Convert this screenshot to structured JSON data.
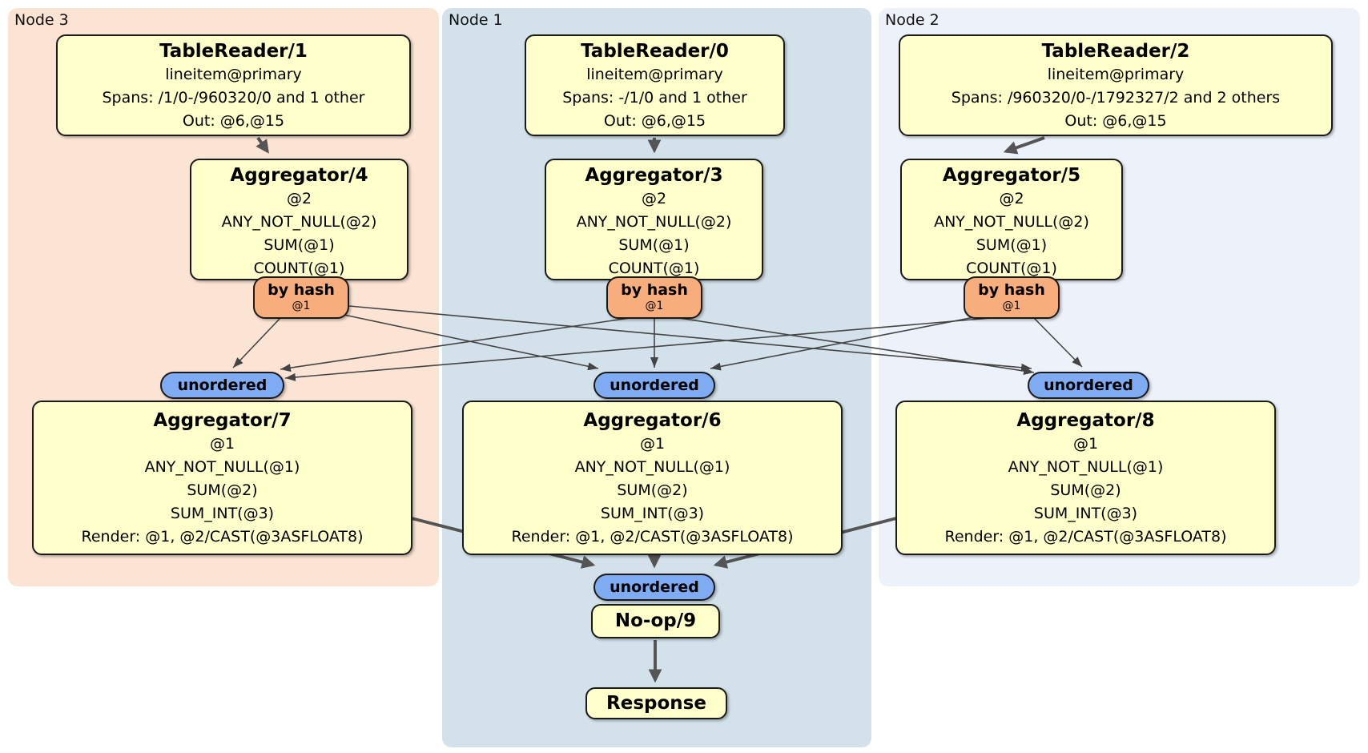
{
  "colors": {
    "canvas-bg": "#ffffff",
    "node3-bg": "#fce4d4",
    "node1-bg": "#d3e2ea",
    "node2-bg": "#edf2fa",
    "box-bg": "#ffffcc",
    "box-border": "#1a1a1a",
    "router-bg": "#f8ae7c",
    "sync-bg": "#7fabf2",
    "edge-thin": "#444444",
    "edge-thick": "#555555"
  },
  "groups": [
    {
      "label": "Node 3",
      "table_reader": {
        "title": "TableReader/1",
        "lines": [
          "lineitem@primary",
          "Spans: /1/0-/960320/0 and 1 other",
          "Out: @6,@15"
        ]
      },
      "aggregator_top": {
        "title": "Aggregator/4",
        "lines": [
          "@2",
          "ANY_NOT_NULL(@2)",
          "SUM(@1)",
          "COUNT(@1)"
        ]
      },
      "router": {
        "label": "by hash",
        "detail": "@1"
      },
      "stream_sync": {
        "label": "unordered"
      },
      "aggregator_bottom": {
        "title": "Aggregator/7",
        "lines": [
          "@1",
          "ANY_NOT_NULL(@1)",
          "SUM(@2)",
          "SUM_INT(@3)",
          "Render: @1, @2/CAST(@3ASFLOAT8)"
        ]
      }
    },
    {
      "label": "Node 1",
      "table_reader": {
        "title": "TableReader/0",
        "lines": [
          "lineitem@primary",
          "Spans: -/1/0 and 1 other",
          "Out: @6,@15"
        ]
      },
      "aggregator_top": {
        "title": "Aggregator/3",
        "lines": [
          "@2",
          "ANY_NOT_NULL(@2)",
          "SUM(@1)",
          "COUNT(@1)"
        ]
      },
      "router": {
        "label": "by hash",
        "detail": "@1"
      },
      "stream_sync": {
        "label": "unordered"
      },
      "aggregator_bottom": {
        "title": "Aggregator/6",
        "lines": [
          "@1",
          "ANY_NOT_NULL(@1)",
          "SUM(@2)",
          "SUM_INT(@3)",
          "Render: @1, @2/CAST(@3ASFLOAT8)"
        ]
      }
    },
    {
      "label": "Node 2",
      "table_reader": {
        "title": "TableReader/2",
        "lines": [
          "lineitem@primary",
          "Spans: /960320/0-/1792327/2 and 2 others",
          "Out: @6,@15"
        ]
      },
      "aggregator_top": {
        "title": "Aggregator/5",
        "lines": [
          "@2",
          "ANY_NOT_NULL(@2)",
          "SUM(@1)",
          "COUNT(@1)"
        ]
      },
      "router": {
        "label": "by hash",
        "detail": "@1"
      },
      "stream_sync": {
        "label": "unordered"
      },
      "aggregator_bottom": {
        "title": "Aggregator/8",
        "lines": [
          "@1",
          "ANY_NOT_NULL(@1)",
          "SUM(@2)",
          "SUM_INT(@3)",
          "Render: @1, @2/CAST(@3ASFLOAT8)"
        ]
      }
    }
  ],
  "final": {
    "sync_label": "unordered",
    "noop_title": "No-op/9",
    "response_title": "Response"
  }
}
